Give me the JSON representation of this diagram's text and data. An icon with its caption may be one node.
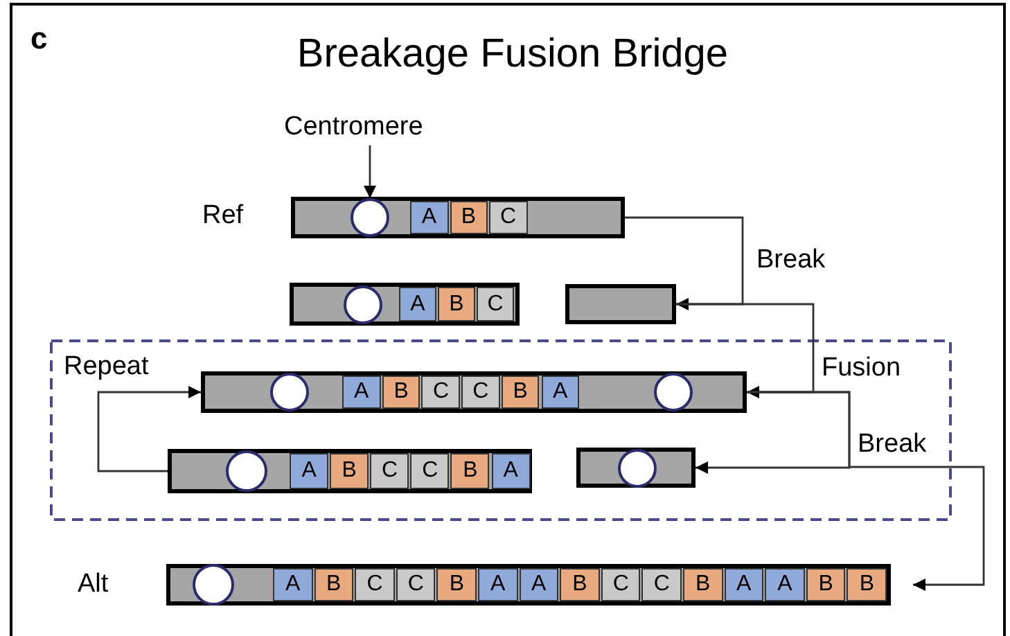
{
  "diagram": {
    "title": "Breakage Fusion Bridge",
    "nodes": [
      {
        "text": [
          "Centromere"
        ]
      },
      {
        "text": [],
        "shape": "bar",
        "beside": [
          "Ref"
        ]
      },
      {
        "text": [],
        "shape": "circle",
        "in": 1
      },
      {
        "text": [
          "A"
        ],
        "in": 1
      },
      {
        "text": [
          "B"
        ],
        "in": 1
      },
      {
        "text": [
          "C"
        ],
        "in": 1
      },
      {
        "text": [],
        "shape": "bar"
      },
      {
        "text": [],
        "shape": "circle",
        "in": 6
      },
      {
        "text": [
          "A"
        ],
        "in": 6
      },
      {
        "text": [
          "B"
        ],
        "in": 6
      },
      {
        "text": [
          "C"
        ],
        "in": 6
      },
      {
        "text": [],
        "shape": "bar"
      },
      {
        "text": [],
        "shape": "bar"
      },
      {
        "text": [],
        "shape": "circle",
        "in": 12
      },
      {
        "text": [
          "A"
        ],
        "in": 12
      },
      {
        "text": [
          "B"
        ],
        "in": 12
      },
      {
        "text": [
          "C"
        ],
        "in": 12
      },
      {
        "text": [
          "C"
        ],
        "in": 12
      },
      {
        "text": [
          "B"
        ],
        "in": 12
      },
      {
        "text": [
          "A"
        ],
        "in": 12
      },
      {
        "text": [],
        "shape": "circle",
        "in": 12
      },
      {
        "text": [],
        "shape": "bar"
      },
      {
        "text": [],
        "shape": "circle",
        "in": 21
      },
      {
        "text": [
          "A"
        ],
        "in": 21
      },
      {
        "text": [
          "B"
        ],
        "in": 21
      },
      {
        "text": [
          "C"
        ],
        "in": 21
      },
      {
        "text": [
          "C"
        ],
        "in": 21
      },
      {
        "text": [
          "B"
        ],
        "in": 21
      },
      {
        "text": [
          "A"
        ],
        "in": 21
      },
      {
        "text": [],
        "shape": "bar"
      },
      {
        "text": [],
        "shape": "circle",
        "in": 29
      },
      {
        "text": [],
        "shape": "bar",
        "beside": [
          "Alt"
        ]
      },
      {
        "text": [],
        "shape": "circle",
        "in": 31
      },
      {
        "text": [
          "A"
        ],
        "in": 31
      },
      {
        "text": [
          "B"
        ],
        "in": 31
      },
      {
        "text": [
          "C"
        ],
        "in": 31
      },
      {
        "text": [
          "C"
        ],
        "in": 31
      },
      {
        "text": [
          "B"
        ],
        "in": 31
      },
      {
        "text": [
          "A"
        ],
        "in": 31
      },
      {
        "text": [
          "A"
        ],
        "in": 31
      },
      {
        "text": [
          "B"
        ],
        "in": 31
      },
      {
        "text": [
          "C"
        ],
        "in": 31
      },
      {
        "text": [
          "C"
        ],
        "in": 31
      },
      {
        "text": [
          "B"
        ],
        "in": 31
      },
      {
        "text": [
          "A"
        ],
        "in": 31
      },
      {
        "text": [
          "A"
        ],
        "in": 31
      },
      {
        "text": [
          "B"
        ],
        "in": 31
      },
      {
        "text": [
          "B"
        ],
        "in": 31
      }
    ],
    "edges": [
      {
        "from": 0,
        "to": 2,
        "arrow": "to"
      },
      {
        "from": 1,
        "to": 11,
        "arrow": "to",
        "label": "Break"
      },
      {
        "from": 11,
        "to": 12,
        "arrow": "to",
        "label": "Fusion"
      },
      {
        "from": 12,
        "to": 29,
        "arrow": "to",
        "label": "Break"
      },
      {
        "from": 21,
        "to": 12,
        "arrow": "to",
        "label": "Repeat"
      },
      {
        "from": 12,
        "to": 31,
        "arrow": "to"
      }
    ],
    "labels": [
      "c"
    ]
  }
}
